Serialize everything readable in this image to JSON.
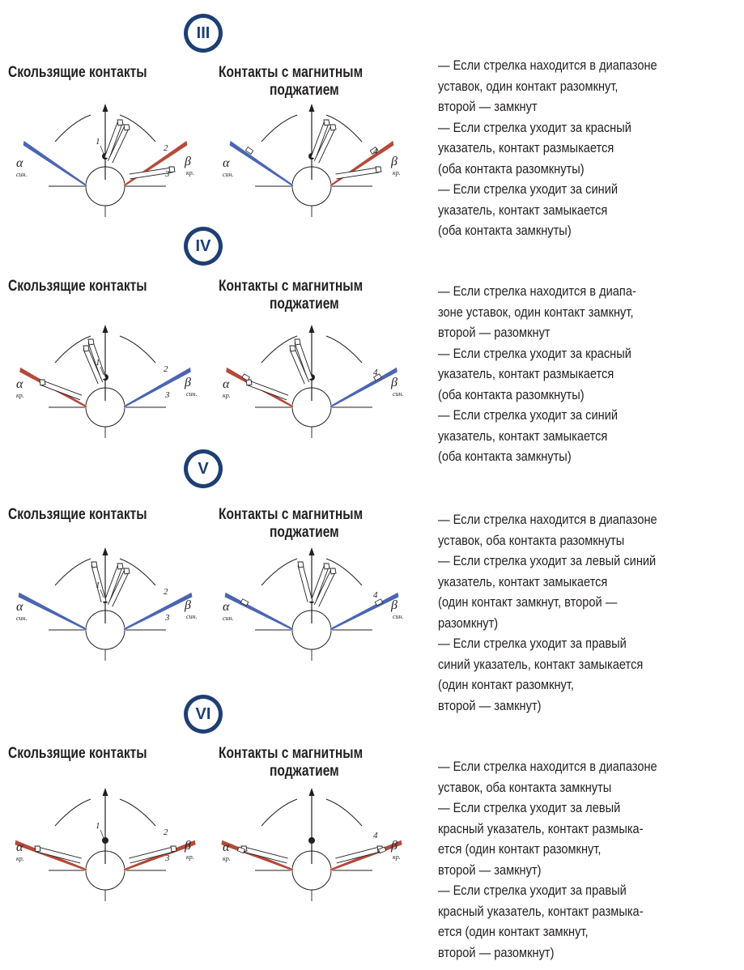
{
  "colors": {
    "badge": "#1d3f73",
    "red_pointer": "#b54a3a",
    "blue_pointer": "#4a66b3"
  },
  "sections": [
    {
      "badge": "III",
      "title_left": "Скользящие контакты",
      "title_right_1": "Контакты с магнитным",
      "title_right_2": "поджатием",
      "left_label": {
        "sym": "α",
        "sub": "син."
      },
      "right_label": {
        "sym": "β",
        "sub": "кр."
      },
      "left_color": "blue",
      "right_color": "red",
      "desc": [
        "— Если стрелка находится в диапазоне",
        "уставок, один контакт разомкнут,",
        "второй — замкнут",
        "— Если стрелка уходит за красный",
        "указатель, контакт размыкается",
        "(оба контакта разомкнуты)",
        "— Если стрелка уходит за синий",
        "указатель, контакт замыкается",
        "(оба контакта замкнуты)"
      ]
    },
    {
      "badge": "IV",
      "title_left": "Скользящие контакты",
      "title_right_1": "Контакты с магнитным",
      "title_right_2": "поджатием",
      "left_label": {
        "sym": "α",
        "sub": "кр."
      },
      "right_label": {
        "sym": "β",
        "sub": "син."
      },
      "left_color": "red",
      "right_color": "blue",
      "desc": [
        "— Если стрелка находится в диапа-",
        "зоне уставок, один контакт замкнут,",
        "второй — разомкнут",
        "— Если стрелка уходит за красный",
        "указатель, контакт размыкается",
        "(оба контакта разомкнуты)",
        "— Если стрелка уходит за синий",
        "указатель, контакт замыкается",
        "(оба контакта замкнуты)"
      ]
    },
    {
      "badge": "V",
      "title_left": "Скользящие контакты",
      "title_right_1": "Контакты с магнитным",
      "title_right_2": "поджатием",
      "left_label": {
        "sym": "α",
        "sub": "син."
      },
      "right_label": {
        "sym": "β",
        "sub": "син."
      },
      "left_color": "blue",
      "right_color": "blue",
      "desc": [
        "— Если стрелка находится в диапазоне",
        "уставок, оба контакта разомкнуты",
        "— Если стрелка уходит за левый синий",
        "указатель, контакт замыкается",
        "(один контакт замкнут, второй —",
        "разомкнут)",
        "— Если стрелка уходит за правый",
        "синий указатель, контакт замыкается",
        "(один контакт разомкнут,",
        "второй — замкнут)"
      ]
    },
    {
      "badge": "VI",
      "title_left": "Скользящие контакты",
      "title_right_1": "Контакты с магнитным",
      "title_right_2": "поджатием",
      "left_label": {
        "sym": "α",
        "sub": "кр."
      },
      "right_label": {
        "sym": "β",
        "sub": "кр."
      },
      "left_color": "red",
      "right_color": "red",
      "desc": [
        "— Если стрелка находится в диапазоне",
        "уставок, оба контакта замкнуты",
        "— Если стрелка уходит за левый",
        "красный указатель, контакт размыка-",
        "ется (один контакт разомкнут,",
        "второй — замкнут)",
        "— Если стрелка уходит за правый",
        "красный указатель, контакт размыка-",
        "ется (один контакт замкнут,",
        "второй — разомкнут)"
      ]
    }
  ],
  "callouts": {
    "n1": "1",
    "n2": "2",
    "n3": "3",
    "n4": "4"
  }
}
